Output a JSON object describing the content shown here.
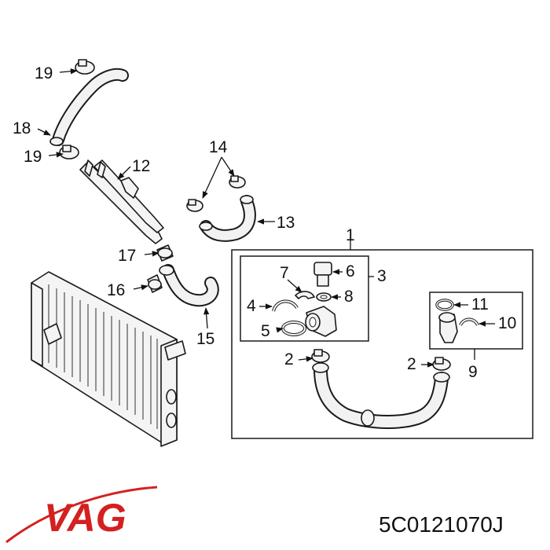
{
  "brand": {
    "name": "VAG",
    "color": "#d42020"
  },
  "part_number": "5C0121070J",
  "callouts": {
    "c1": "1",
    "c2a": "2",
    "c2b": "2",
    "c3": "3",
    "c4": "4",
    "c5": "5",
    "c6": "6",
    "c7": "7",
    "c8": "8",
    "c9": "9",
    "c10": "10",
    "c11": "11",
    "c12": "12",
    "c13": "13",
    "c14": "14",
    "c15": "15",
    "c16": "16",
    "c17": "17",
    "c18": "18",
    "c19a": "19",
    "c19b": "19"
  }
}
